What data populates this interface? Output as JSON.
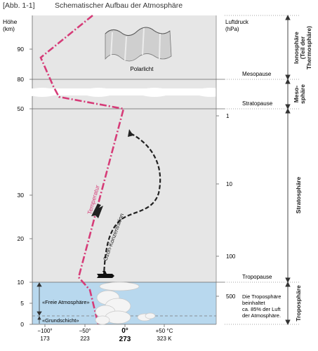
{
  "header": {
    "figure_ref": "[Abb. 1-1]",
    "title": "Schematischer Aufbau der Atmosphäre"
  },
  "axis_left": {
    "label_line1": "Höhe",
    "label_line2": "(km)",
    "ticks": [
      {
        "value": 0,
        "label": "0"
      },
      {
        "value": 5,
        "label": "5"
      },
      {
        "value": 10,
        "label": "10"
      },
      {
        "value": 20,
        "label": "20"
      },
      {
        "value": 30,
        "label": "30"
      },
      {
        "value": 50,
        "label": "50"
      },
      {
        "value": 80,
        "label": "80"
      },
      {
        "value": 90,
        "label": "90"
      }
    ]
  },
  "axis_right": {
    "label_line1": "Luftdruck",
    "label_line2": "(hPa)",
    "ticks": [
      "1",
      "10",
      "100",
      "500"
    ]
  },
  "layer_boundaries": [
    "Mesopause",
    "Stratopause",
    "Tropopause"
  ],
  "layers": {
    "ionosphere_line1": "Ionosphäre",
    "ionosphere_line2": "(Teil der",
    "ionosphere_line3": "Thermosphäre)",
    "mesosphere_line1": "Meso-",
    "mesosphere_line2": "sphäre",
    "stratosphere": "Stratosphäre",
    "troposphere": "Troposphäre"
  },
  "labels": {
    "aurora": "Polarlicht",
    "temperature": "Temperatur",
    "ozone": "Ozon-Konzentration",
    "free_atmosphere": "«Freie Atmosphäre»",
    "boundary_layer": "«Grundschicht»",
    "troposphere_note": [
      "Die Troposphäre",
      "beinhaltet",
      "ca. 85% der Luft",
      "der Atmosphäre."
    ]
  },
  "temperature_axis": {
    "celsius": [
      "−100°",
      "−50°",
      "0°",
      "+50 °C"
    ],
    "kelvin": [
      "173",
      "223",
      "273",
      "323 K"
    ]
  },
  "colors": {
    "atmosphere_bg": "#e6e6e6",
    "troposphere_bg": "#b8d8ee",
    "temperature_line": "#d63c78",
    "ozone_line": "#222222"
  }
}
